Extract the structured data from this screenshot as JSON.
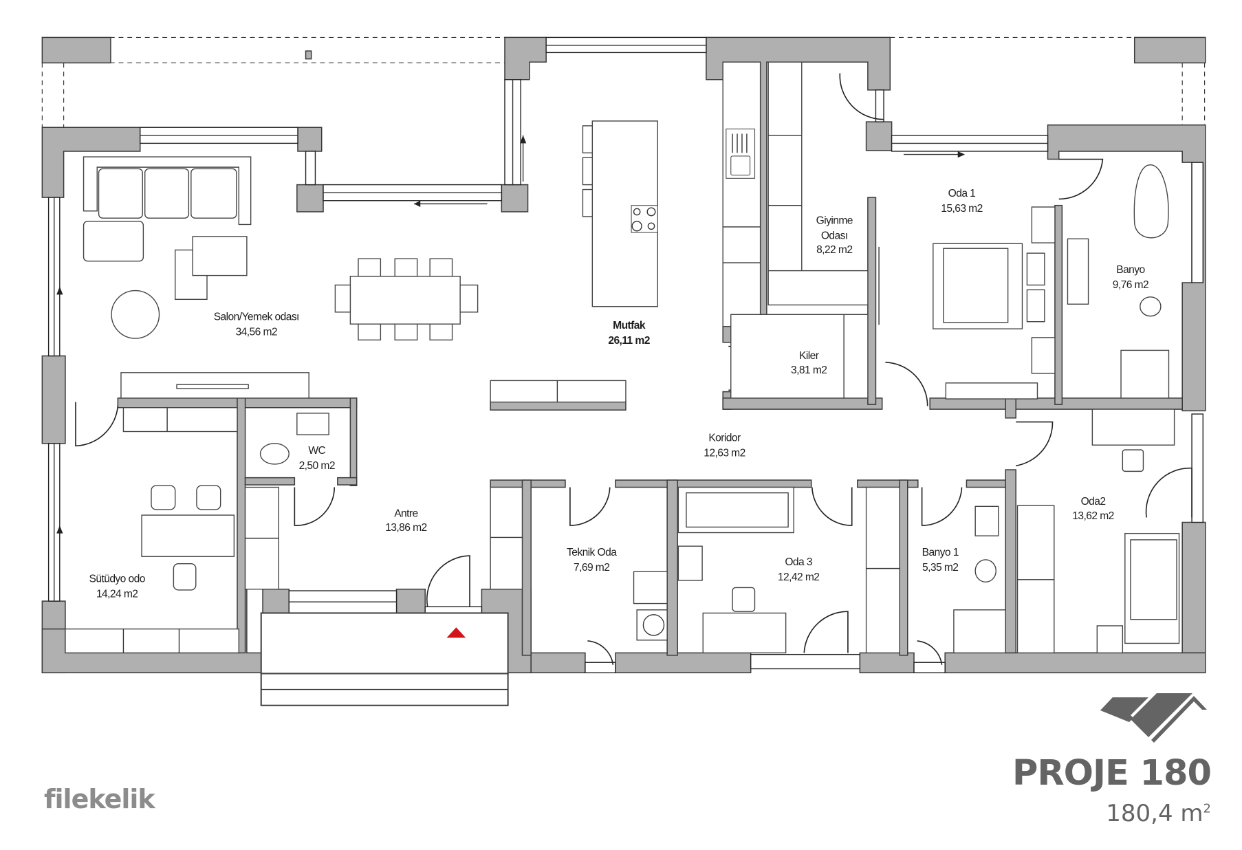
{
  "project": {
    "title": "PROJE 180",
    "total_area": "180,4 m",
    "total_area_unit_sup": "2",
    "brand": "filekelik"
  },
  "rooms": [
    {
      "name": "Salon/Yemek odası",
      "area": "34,56 m2"
    },
    {
      "name": "Mutfak",
      "area": "26,11 m2"
    },
    {
      "name": "Giyinme",
      "name2": "Odası",
      "area": "8,22 m2"
    },
    {
      "name": "Oda 1",
      "area": "15,63 m2"
    },
    {
      "name": "Banyo",
      "area": "9,76 m2"
    },
    {
      "name": "Kiler",
      "area": "3,81 m2"
    },
    {
      "name": "Koridor",
      "area": "12,63 m2"
    },
    {
      "name": "WC",
      "area": "2,50 m2"
    },
    {
      "name": "Antre",
      "area": "13,86 m2"
    },
    {
      "name": "Sütüdyo odo",
      "area": "14,24 m2"
    },
    {
      "name": "Teknik Oda",
      "area": "7,69 m2"
    },
    {
      "name": "Oda 3",
      "area": "12,42 m2"
    },
    {
      "name": "Banyo 1",
      "area": "5,35 m2"
    },
    {
      "name": "Oda2",
      "area": "13,62 m2"
    }
  ],
  "colors": {
    "wall": "#b0b0b0",
    "entrance_marker": "#d0161b",
    "brand_text": "#8c8c8c",
    "title_text": "#646464"
  },
  "icons": {
    "entrance": "red-triangle-entrance-icon",
    "logo": "roof-logo-icon"
  }
}
